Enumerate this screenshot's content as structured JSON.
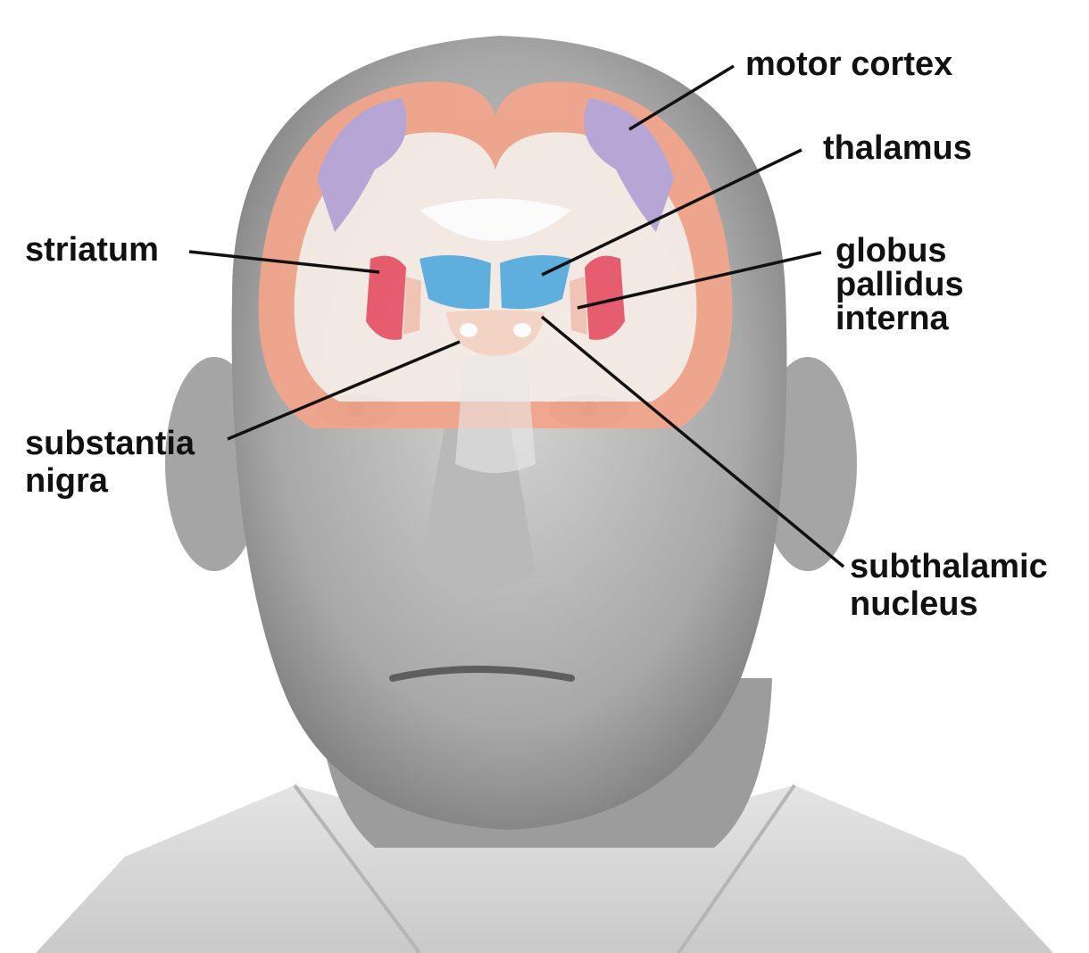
{
  "labels": {
    "motor_cortex": "motor cortex",
    "thalamus": "thalamus",
    "striatum": "striatum",
    "globus_pallidus_interna": [
      "globus",
      "pallidus",
      "interna"
    ],
    "substantia_nigra": [
      "substantia",
      "nigra"
    ],
    "subthalamic_nucleus": [
      "subthalamic",
      "nucleus"
    ]
  },
  "colors": {
    "cortex": "#f2a58c",
    "white_matter": "#f6ece6",
    "motor_cortex": "#b7a6d8",
    "striatum": "#e8586a",
    "thalamus": "#5aaee0",
    "leader_line": "#111111",
    "skin_gray": "#9a9a9a"
  }
}
